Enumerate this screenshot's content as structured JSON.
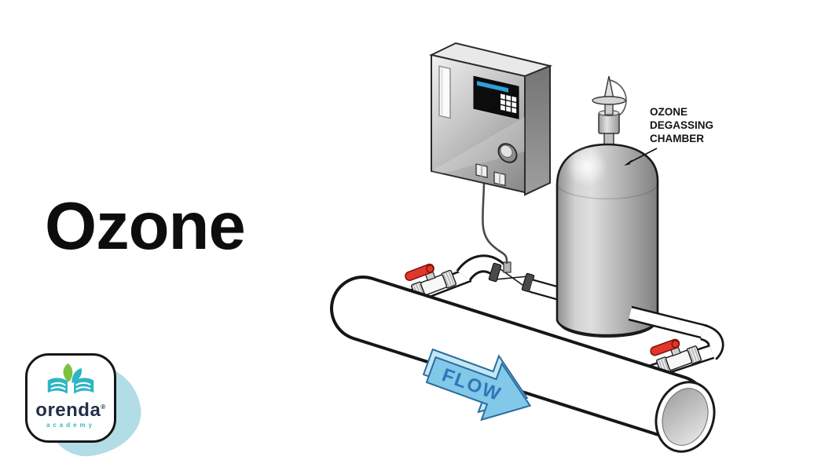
{
  "title": "Ozone",
  "logo": {
    "brand": "orenda",
    "registered_mark": "®",
    "subtitle": "academy"
  },
  "diagram": {
    "chamber_label_line1": "OZONE",
    "chamber_label_line2": "DEGASSING",
    "chamber_label_line3": "CHAMBER",
    "flow_label": "FLOW",
    "colors": {
      "valve_red": "#e2362b",
      "flow_arrow_fill": "#82c8e8",
      "flow_arrow_bevel": "#c3e7f5",
      "flow_text_blue": "#2e77b8",
      "screen_blue": "#2da0d8",
      "logo_teal": "#2fb5c5",
      "logo_green": "#7cc242",
      "blob_teal": "#b2dde6"
    }
  }
}
